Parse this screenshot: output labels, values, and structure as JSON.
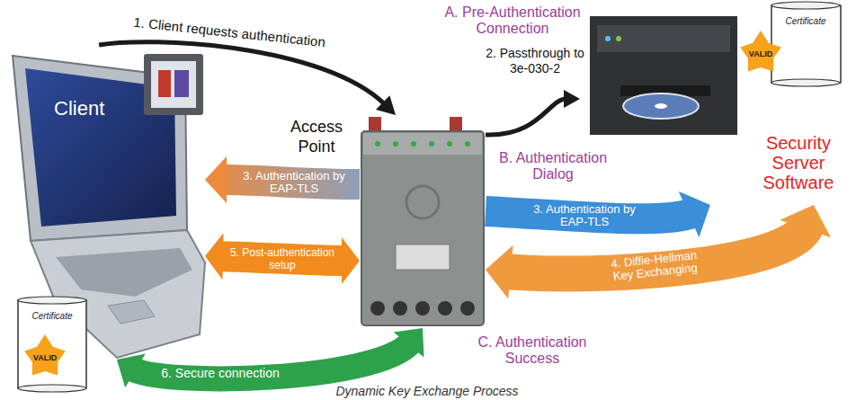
{
  "diagram": {
    "caption": "Dynamic Key Exchange Process",
    "nodes": [
      {
        "text": [
          "Client"
        ]
      },
      {
        "text": [
          "Access Point"
        ]
      },
      {
        "text": [
          "Security Server Software"
        ]
      }
    ],
    "edges": [
      {
        "from": 0,
        "to": 1,
        "arrow": "to",
        "label": "1. Client requests authentication"
      },
      {
        "from": 1,
        "to": 2,
        "arrow": "to",
        "label": "2. Passthrough to 3e-030-2"
      },
      {
        "from": 1,
        "to": 0,
        "arrow": "to",
        "label": "3. Authentication by EAP-TLS"
      },
      {
        "from": 1,
        "to": 2,
        "arrow": "to",
        "label": "3. Authentication by EAP-TLS"
      },
      {
        "from": 1,
        "to": 2,
        "arrow": "both",
        "label": "4. Diffie-Hellman Key Exchanging"
      },
      {
        "from": 0,
        "to": 1,
        "arrow": "both",
        "label": "5. Post-authentication setup"
      },
      {
        "from": 0,
        "to": 1,
        "arrow": "both",
        "label": "6. Secure connection"
      }
    ],
    "labels": [
      "A. Pre-Authentication Connection",
      "B. Authentication Dialog",
      "C. Authentication Success",
      "Certificate",
      "VALID",
      "Certificate",
      "VALID"
    ]
  }
}
